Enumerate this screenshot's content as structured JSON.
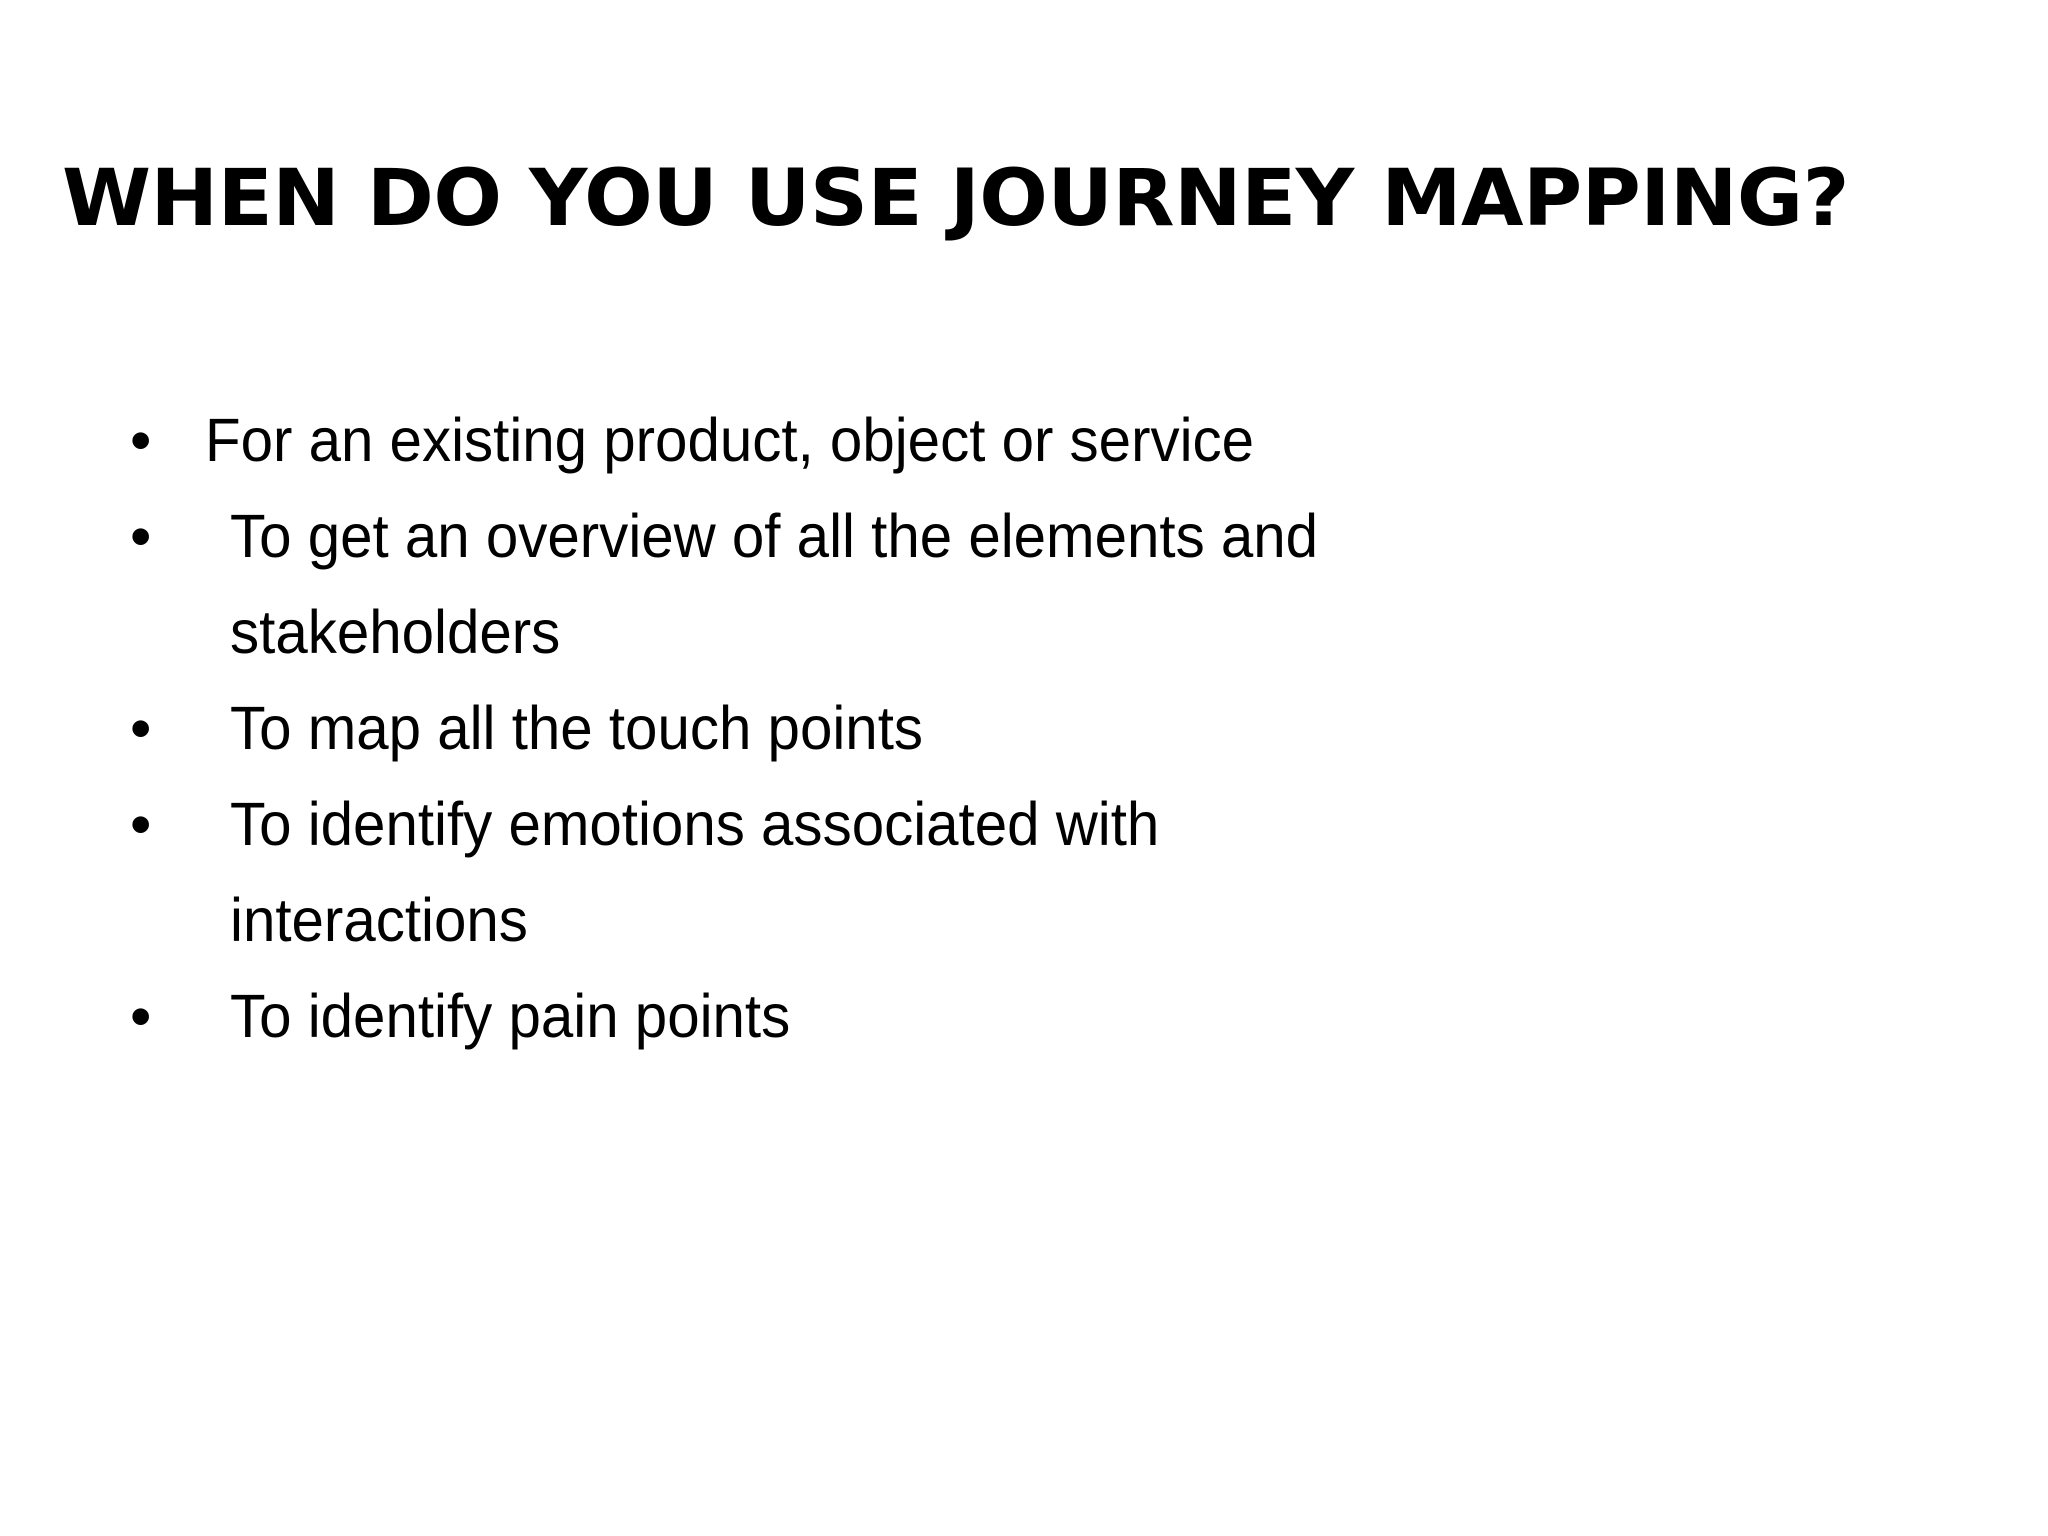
{
  "slide": {
    "background_color": "#ffffff",
    "text_color": "#000000",
    "title": "WHEN DO YOU USE JOURNEY MAPPING?",
    "bullet_glyph": "•",
    "bullets": [
      {
        "text": "For an existing product, object or service",
        "line1": "For an existing product, object or service",
        "line2": ""
      },
      {
        "text": "To get an overview of all the elements and stakeholders",
        "line1": "To get an overview of all the elements and",
        "line2": "stakeholders"
      },
      {
        "text": "To map all the touch points",
        "line1": "To map all the touch points",
        "line2": ""
      },
      {
        "text": "To identify emotions associated with interactions",
        "line1": "To identify emotions associated with",
        "line2": "interactions"
      },
      {
        "text": "To identify pain points",
        "line1": "To identify pain points",
        "line2": ""
      }
    ]
  }
}
